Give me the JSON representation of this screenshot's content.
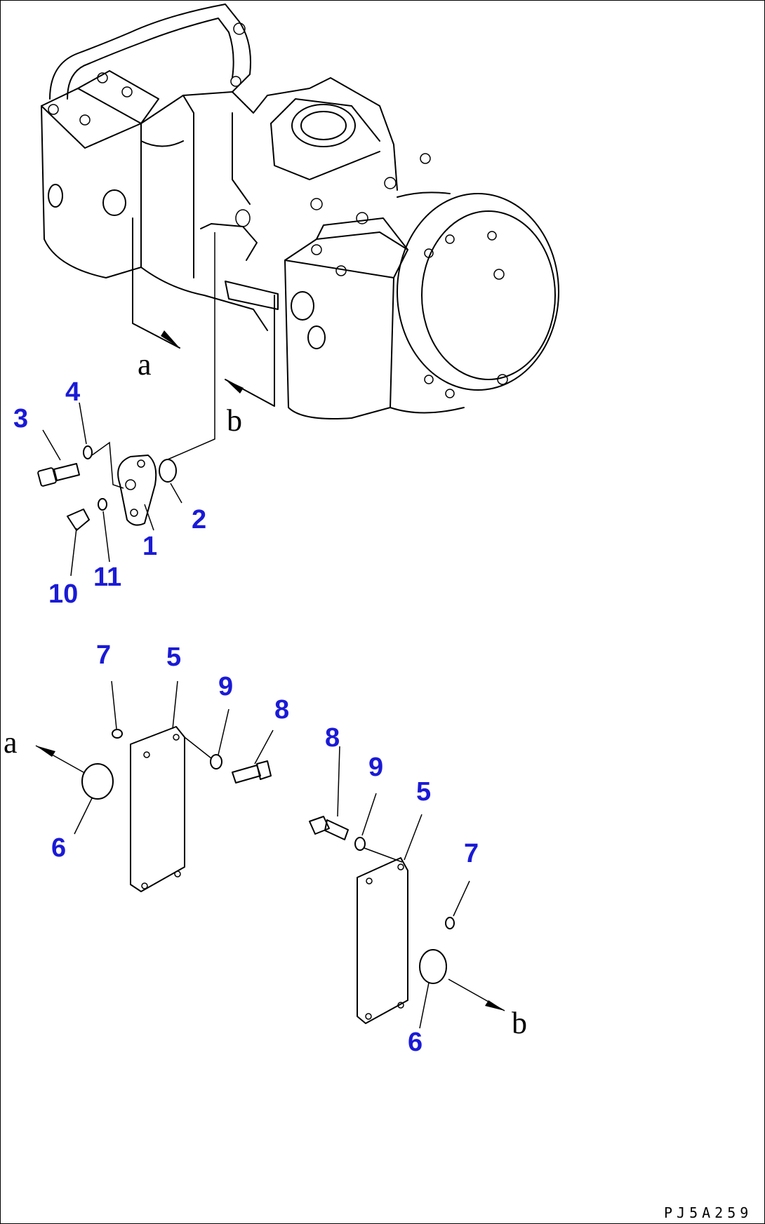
{
  "drawing_code": "PJ5A259",
  "view_letters": {
    "a_upper": "a",
    "b_upper": "b",
    "a_lower": "a",
    "b_lower": "b"
  },
  "callouts": [
    {
      "id": "c1",
      "label": "1"
    },
    {
      "id": "c2",
      "label": "2"
    },
    {
      "id": "c3",
      "label": "3"
    },
    {
      "id": "c4",
      "label": "4"
    },
    {
      "id": "c10",
      "label": "10"
    },
    {
      "id": "c11",
      "label": "11"
    },
    {
      "id": "c7a",
      "label": "7"
    },
    {
      "id": "c5a",
      "label": "5"
    },
    {
      "id": "c9a",
      "label": "9"
    },
    {
      "id": "c8a",
      "label": "8"
    },
    {
      "id": "c6a",
      "label": "6"
    },
    {
      "id": "c8b",
      "label": "8"
    },
    {
      "id": "c9b",
      "label": "9"
    },
    {
      "id": "c5b",
      "label": "5"
    },
    {
      "id": "c7b",
      "label": "7"
    },
    {
      "id": "c6b",
      "label": "6"
    }
  ],
  "colors": {
    "callout": "#1a1ad6",
    "line": "#000000",
    "background": "#ffffff"
  }
}
